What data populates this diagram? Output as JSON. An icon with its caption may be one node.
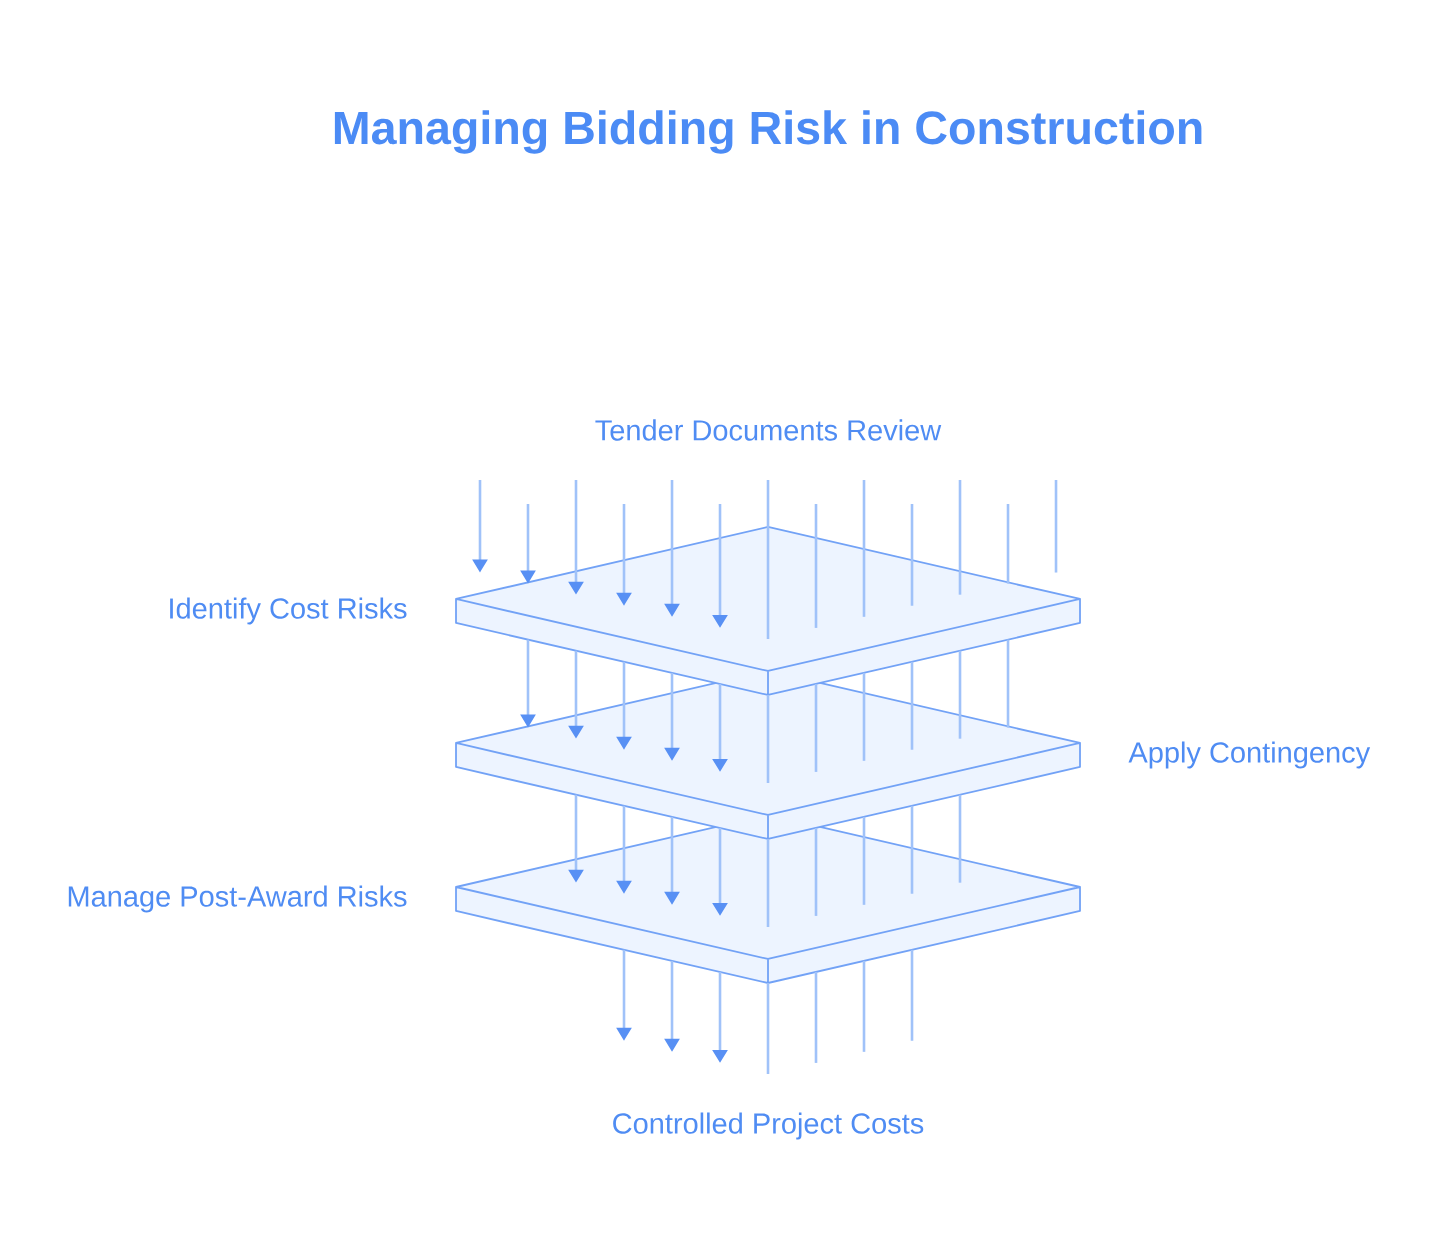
{
  "diagram": {
    "title": "Managing Bidding Risk in Construction",
    "nodes": [
      {
        "text": [
          "Identify Cost Risks"
        ]
      },
      {
        "text": [
          "Apply Contingency"
        ]
      },
      {
        "text": [
          "Manage Post-Award Risks"
        ]
      }
    ],
    "edges": [
      {
        "from": null,
        "to": 0,
        "arrow": "to"
      },
      {
        "from": null,
        "to": 0,
        "arrow": "none"
      },
      {
        "from": 0,
        "to": 1,
        "arrow": "to"
      },
      {
        "from": 0,
        "to": 1,
        "arrow": "none"
      },
      {
        "from": 1,
        "to": 2,
        "arrow": "to"
      },
      {
        "from": 1,
        "to": 2,
        "arrow": "none"
      },
      {
        "from": 2,
        "to": null,
        "arrow": "to"
      },
      {
        "from": 2,
        "to": null,
        "arrow": "none"
      }
    ],
    "labels": [
      "Tender Documents Review",
      "Controlled Project Costs"
    ]
  }
}
